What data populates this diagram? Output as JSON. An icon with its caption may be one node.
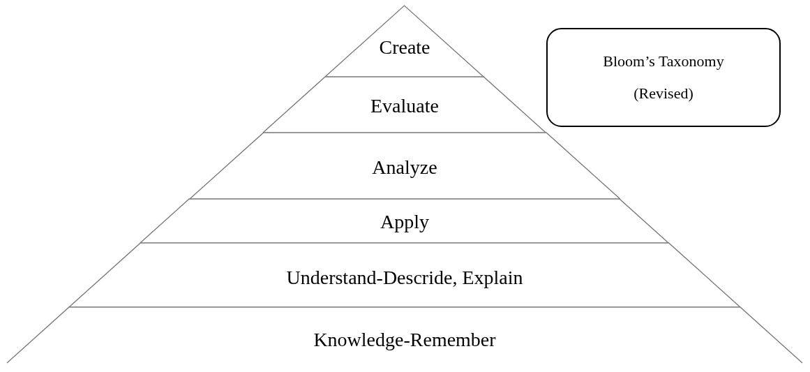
{
  "diagram": {
    "nodes": [
      {
        "text": [
          "Create"
        ]
      },
      {
        "text": [
          "Evaluate"
        ]
      },
      {
        "text": [
          "Analyze"
        ]
      },
      {
        "text": [
          "Apply"
        ]
      },
      {
        "text": [
          "Understand-Descride, Explain"
        ]
      },
      {
        "text": [
          "Knowledge-Remember"
        ]
      },
      {
        "text": [
          "Bloom’s Taxonomy (Revised)"
        ]
      }
    ]
  }
}
